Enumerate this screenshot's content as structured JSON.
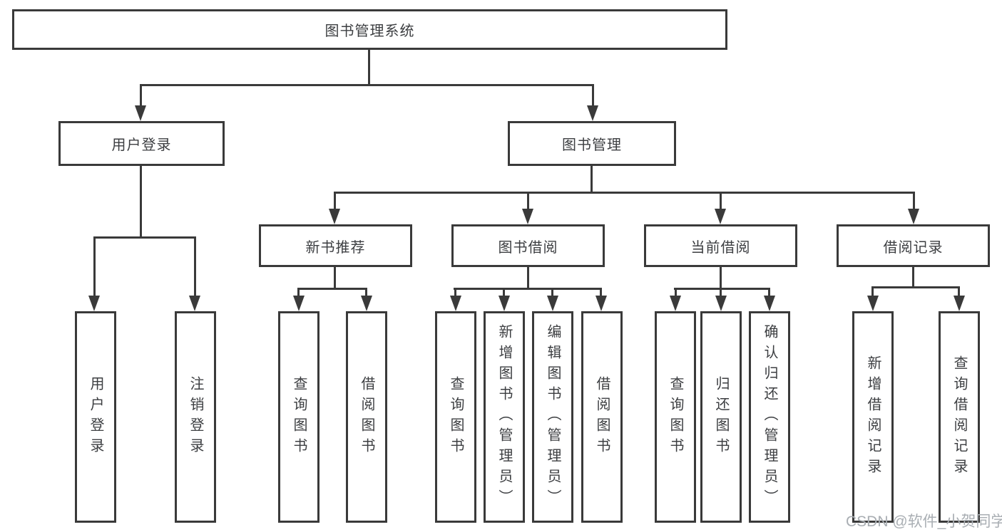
{
  "colors": {
    "line": "#3a3a3a",
    "text": "#3c3e41",
    "watermark": "#a9aeb3"
  },
  "tree": {
    "root": {
      "label": "图书管理系统"
    },
    "branches": [
      {
        "label": "用户登录",
        "children": [
          {
            "label": "用户登录"
          },
          {
            "label": "注销登录"
          }
        ]
      },
      {
        "label": "图书管理",
        "children": [
          {
            "label": "新书推荐",
            "children": [
              {
                "label": "查询图书"
              },
              {
                "label": "借阅图书"
              }
            ]
          },
          {
            "label": "图书借阅",
            "children": [
              {
                "label": "查询图书"
              },
              {
                "label": "新增图书（管理员）"
              },
              {
                "label": "编辑图书（管理员）"
              },
              {
                "label": "借阅图书"
              }
            ]
          },
          {
            "label": "当前借阅",
            "children": [
              {
                "label": "查询图书"
              },
              {
                "label": "归还图书"
              },
              {
                "label": "确认归还（管理员）"
              }
            ]
          },
          {
            "label": "借阅记录",
            "children": [
              {
                "label": "新增借阅记录"
              },
              {
                "label": "查询借阅记录"
              }
            ]
          }
        ]
      }
    ]
  },
  "watermark": {
    "text": "CSDN @软件_小贺同学"
  }
}
